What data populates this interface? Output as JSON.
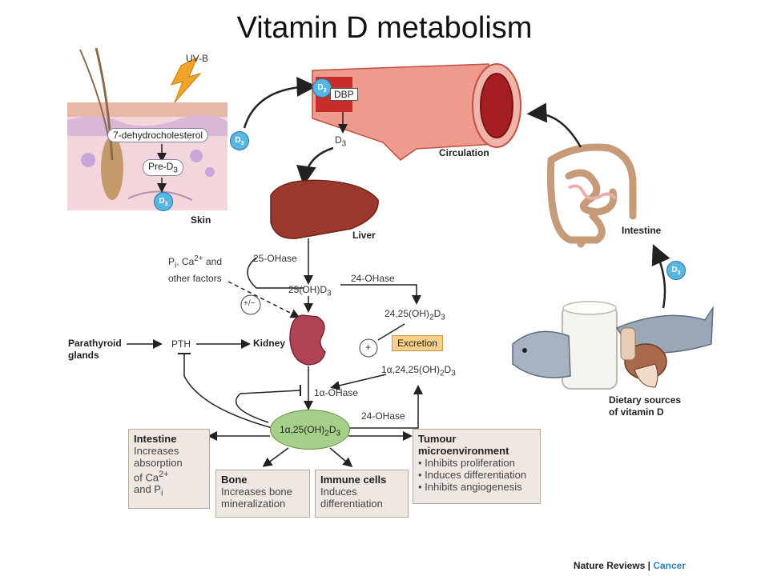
{
  "title": "Vitamin D metabolism",
  "skin": {
    "uvb": "UV-B",
    "dehydro": "7-dehydrocholesterol",
    "pre_d3": "Pre-D",
    "pre_d3_sub": "3",
    "d3": "D",
    "d3_sub": "3",
    "label": "Skin"
  },
  "circulation": {
    "d3": "D",
    "d3_sub": "3",
    "dbp": "DBP",
    "label": "Circulation",
    "out_d3": "D",
    "out_d3_sub": "3"
  },
  "liver": {
    "label": "Liver",
    "enzyme": "25-OHase"
  },
  "regulators": {
    "line1": "P",
    "line1_sub": "i",
    "line1_rest": ", Ca",
    "line1_sup": "2+",
    "line1_end": " and",
    "line2": "other factors",
    "sign": "+/−"
  },
  "metabolites": {
    "m25": "25(OH)D",
    "m25_sub": "3",
    "oh24_top": "24-OHase",
    "m2425": "24,25(OH)",
    "m2425_sub": "2",
    "m2425_end": "D",
    "m2425_end_sub": "3",
    "plus": "+",
    "excretion": "Excretion",
    "m1a2425": "1α,24,25(OH)",
    "m1a2425_sub": "2",
    "m1a2425_end": "D",
    "m1a2425_end_sub": "3",
    "one_alpha": "1α-OHase",
    "oh24_bottom": "24-OHase",
    "calcitriol": "1α,25(OH)",
    "calcitriol_sub": "2",
    "calcitriol_end": "D",
    "calcitriol_end_sub": "3"
  },
  "pth": {
    "glands": "Parathyroid",
    "glands2": "glands",
    "pth": "PTH",
    "kidney": "Kidney"
  },
  "intestine": {
    "label": "Intestine",
    "d3": "D",
    "d3_sub": "3"
  },
  "diet": {
    "line1": "Dietary sources",
    "line2": "of vitamin D"
  },
  "effects": {
    "intestine": {
      "head": "Intestine",
      "l1": "Increases",
      "l2": "absorption",
      "l3": "of Ca",
      "l3_sup": "2+",
      "l4": "and P",
      "l4_sub": "i"
    },
    "bone": {
      "head": "Bone",
      "l1": "Increases bone",
      "l2": "mineralization"
    },
    "immune": {
      "head": "Immune cells",
      "l1": "Induces",
      "l2": "differentiation"
    },
    "tumour": {
      "head": "Tumour",
      "head2": "microenvironment",
      "l1": "• Inhibits proliferation",
      "l2": "• Induces differentiation",
      "l3": "• Inhibits angiogenesis"
    }
  },
  "footer": {
    "journal": "Nature Reviews",
    "sep": " | ",
    "section": "Cancer"
  },
  "colors": {
    "d3_bubble": "#58b7e2",
    "vessel": "#e9847a",
    "liver": "#9b3a2c",
    "calcitriol_oval": "#a6d08a",
    "excretion_box": "#f6cf8a",
    "effect_box": "#efe8e2",
    "journal_accent": "#2f83c7"
  }
}
